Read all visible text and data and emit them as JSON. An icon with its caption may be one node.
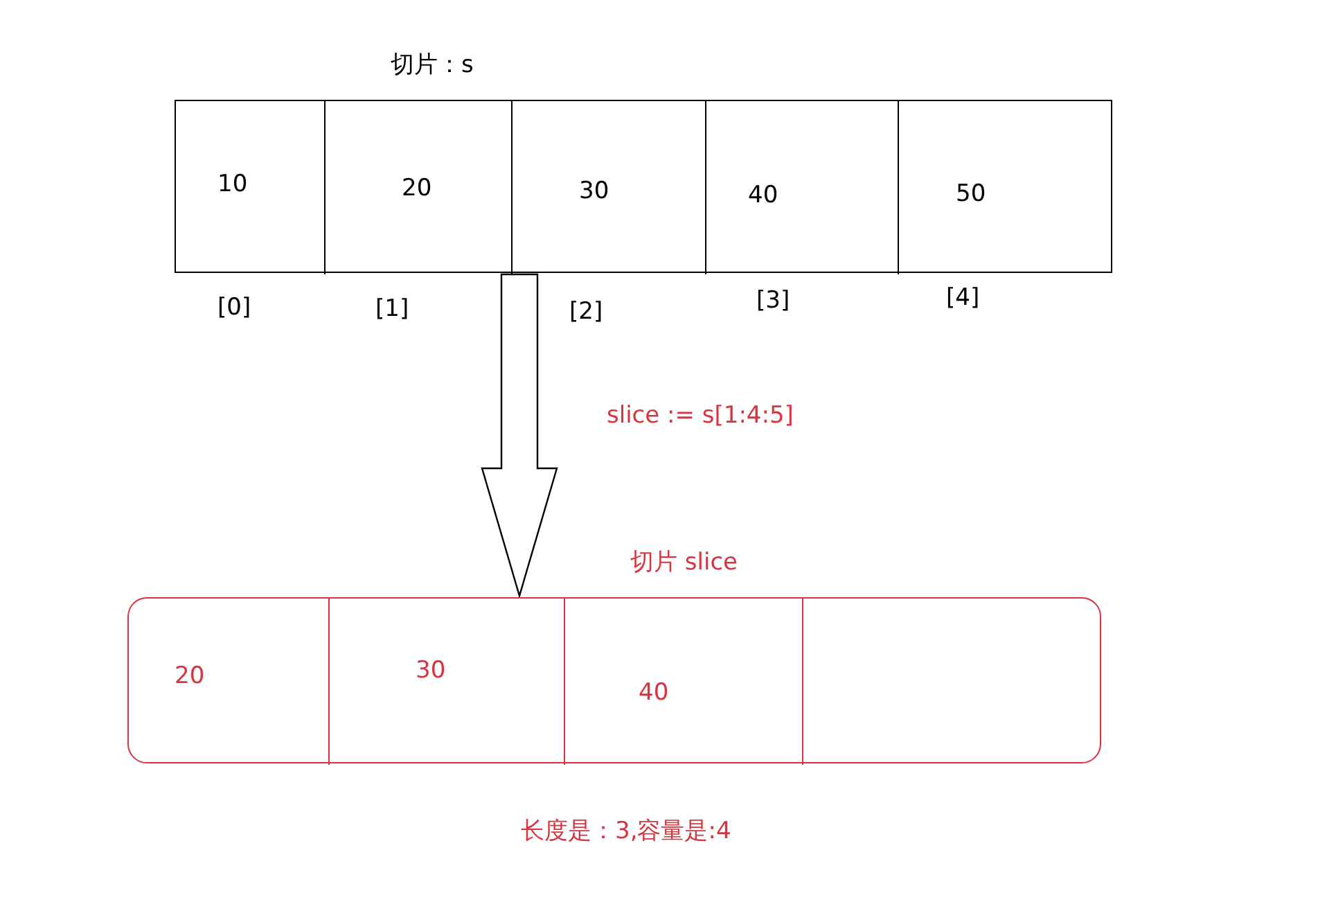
{
  "diagram": {
    "nodes": [
      {
        "text": [
          "切片：s"
        ]
      },
      {
        "text": [
          "10"
        ],
        "in": 0
      },
      {
        "text": [
          "20"
        ],
        "in": 0
      },
      {
        "text": [
          "30"
        ],
        "in": 0
      },
      {
        "text": [
          "40"
        ],
        "in": 0
      },
      {
        "text": [
          "50"
        ],
        "in": 0
      },
      {
        "text": [
          "切片 slice"
        ]
      },
      {
        "text": [
          "20"
        ],
        "in": 6
      },
      {
        "text": [
          "30"
        ],
        "in": 6
      },
      {
        "text": [
          "40"
        ],
        "in": 6
      },
      {
        "text": [],
        "shape": "box",
        "in": 6
      }
    ],
    "edges": [
      {
        "from": 0,
        "to": 6,
        "arrow": "to",
        "label": "slice := s[1:4:5]"
      }
    ],
    "labels": [
      "[0]",
      "[1]",
      "[2]",
      "[3]",
      "[4]",
      "长度是：3,容量是:4"
    ]
  }
}
